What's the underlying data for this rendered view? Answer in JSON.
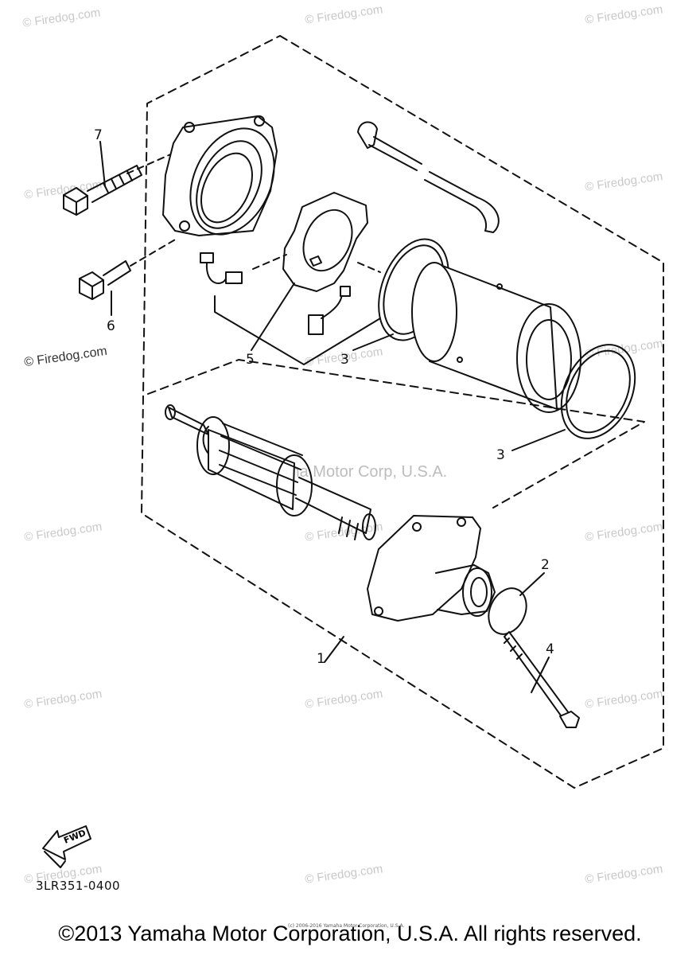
{
  "watermark": {
    "text": "© Firedog.com",
    "center_text": "©Yamaha Motor Corp, U.S.A."
  },
  "callouts": {
    "c1": "1",
    "c2": "2",
    "c3a": "3",
    "c3b": "3",
    "c4": "4",
    "c5": "5",
    "c6": "6",
    "c7": "7"
  },
  "fwd_label": "FWD",
  "part_code": "3LR351-0400",
  "tiny_note": "(c) 2006-2016 Yamaha Motor Corporation, U.S.A.",
  "copyright": "©2013 Yamaha Motor Corporation, U.S.A. All rights reserved.",
  "colors": {
    "line": "#111111",
    "watermark": "#c9c9c9"
  }
}
